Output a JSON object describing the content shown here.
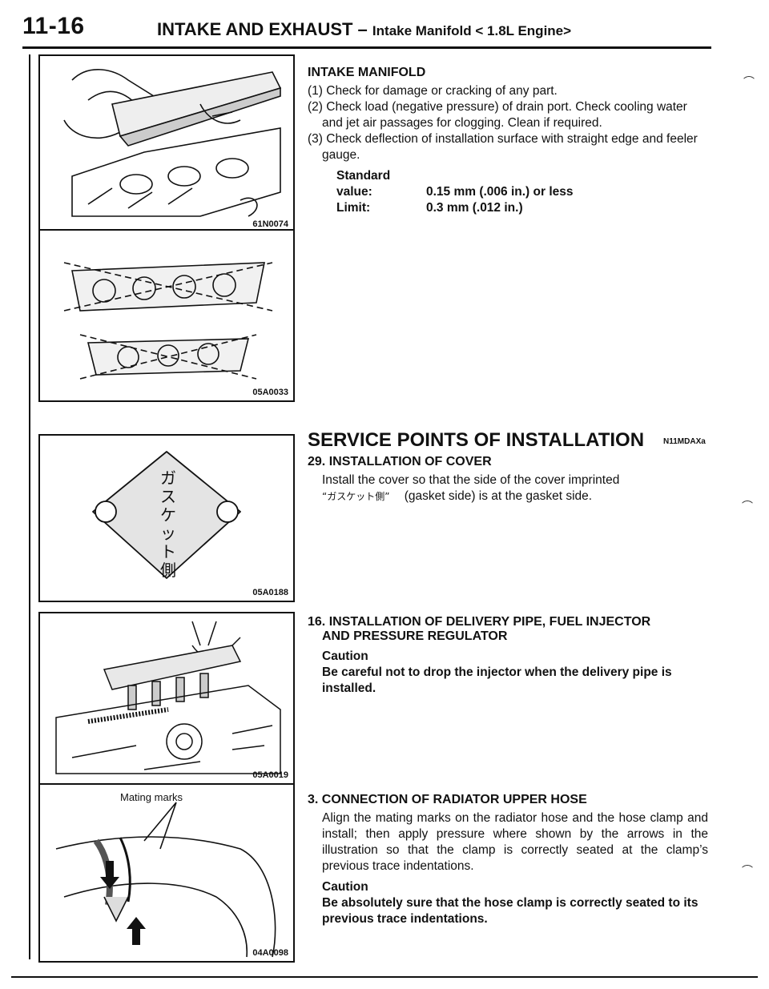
{
  "header": {
    "page_number": "11-16",
    "title_main": "INTAKE AND EXHAUST – ",
    "title_sub": "Intake Manifold < 1.8L Engine>"
  },
  "figures": [
    {
      "code": "61N0074"
    },
    {
      "code": "05A0033"
    },
    {
      "code": "05A0188",
      "stamp_text": "ガスケット側"
    },
    {
      "code": "05A0019"
    },
    {
      "code": "04A0098",
      "label": "Mating marks"
    }
  ],
  "intake": {
    "heading": "INTAKE MANIFOLD",
    "step1": "(1) Check for damage or cracking of any part.",
    "step2": "(2) Check load (negative pressure) of drain port. Check cooling water and jet air passages for clogging. Clean if required.",
    "step3": "(3) Check deflection of installation surface with straight edge and feeler gauge.",
    "std_label": "Standard value:",
    "std_value": "0.15 mm (.006 in.) or less",
    "limit_label": "Limit:",
    "limit_value": "0.3 mm (.012 in.)"
  },
  "service": {
    "heading": "SERVICE POINTS OF INSTALLATION",
    "tag": "N11MDAXa"
  },
  "sec29": {
    "heading": "29. INSTALLATION OF COVER",
    "text_a": "Install the cover so that the side of the cover imprinted",
    "jp": "“ガスケット側”",
    "text_b": "(gasket side) is at the gasket side."
  },
  "sec16": {
    "heading_l1": "16. INSTALLATION OF DELIVERY PIPE, FUEL INJECTOR",
    "heading_l2": "AND PRESSURE REGULATOR",
    "caution_label": "Caution",
    "caution_text": "Be careful not to drop the injector when the delivery pipe is installed."
  },
  "sec3": {
    "heading": "3. CONNECTION OF RADIATOR UPPER HOSE",
    "text": "Align the mating marks on the radiator hose and the hose clamp and install; then apply pressure where shown by the arrows in the illustration so that the clamp is correctly seated at the clamp’s previous trace indentations.",
    "caution_label": "Caution",
    "caution_text": "Be absolutely sure that the hose clamp is correctly seated to its previous trace indentations."
  }
}
